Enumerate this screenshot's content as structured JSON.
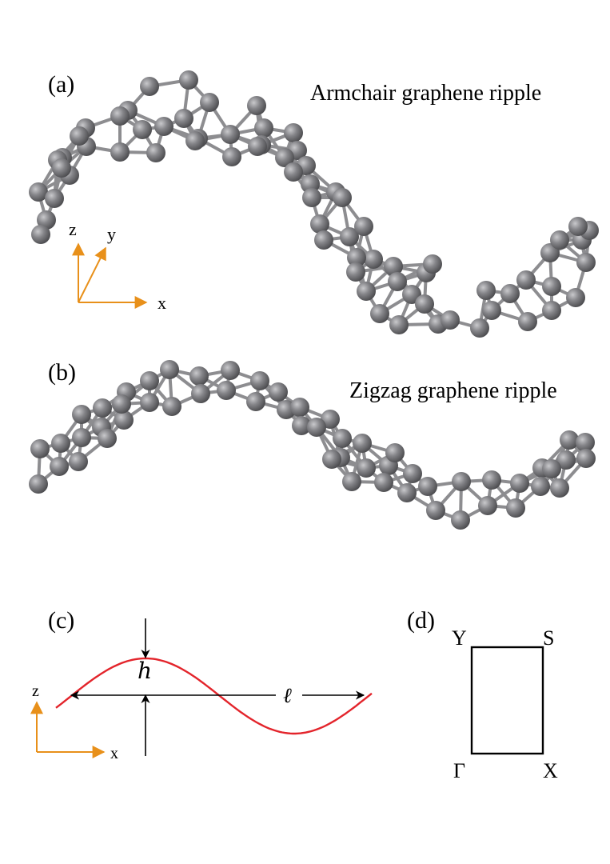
{
  "panels": {
    "a": {
      "label": "(a)",
      "title": "Armchair graphene ripple",
      "axes": {
        "z": "z",
        "y": "y",
        "x": "x"
      }
    },
    "b": {
      "label": "(b)",
      "title": "Zigzag graphene ripple"
    },
    "c": {
      "label": "(c)",
      "amplitude_symbol": "h",
      "wavelength_symbol": "ℓ",
      "axes": {
        "z": "z",
        "x": "x"
      }
    },
    "d": {
      "label": "(d)",
      "corners": {
        "top_left": "Y",
        "top_right": "S",
        "bottom_left": "Γ",
        "bottom_right": "X"
      }
    }
  },
  "colors": {
    "atom": "#7c7c80",
    "bond": "#8d8d90",
    "axis_arrow": "#e8901a",
    "ripple_curve": "#e3242b",
    "ink": "#000000"
  }
}
